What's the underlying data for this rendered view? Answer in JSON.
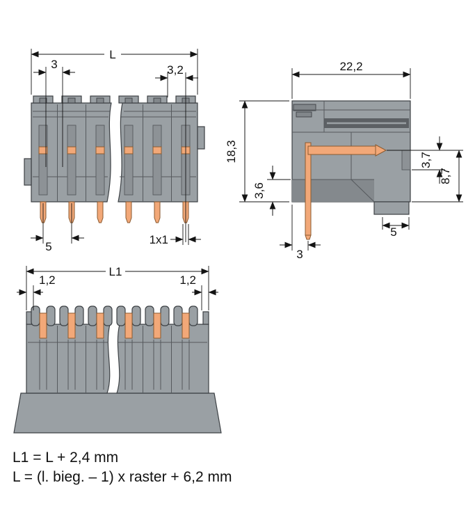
{
  "dimensions": {
    "front": {
      "overall": "L",
      "pitch": "3",
      "latch": "3,2",
      "pole_pitch": "5",
      "pin_size": "1x1"
    },
    "side": {
      "depth": "22,2",
      "height": "18,3",
      "base_height": "3,6",
      "flange": "3,7",
      "flange_total": "8,7",
      "pin_offset": "3",
      "foot": "5"
    },
    "plan": {
      "overall": "L1",
      "edge_left": "1,2",
      "edge_right": "1,2"
    }
  },
  "formulas": {
    "line1": "L1 = L + 2,4 mm",
    "line2": "L = (l. bieg. – 1) x raster + 6,2 mm"
  },
  "colors": {
    "background": "#ffffff",
    "body_gray": "#9aa0a4",
    "shade_gray": "#84898d",
    "slot_gray": "#8d9296",
    "dark_gray": "#5c6064",
    "copper": "#f2a878",
    "copper_outline": "#8a5a30",
    "line": "#141414"
  }
}
